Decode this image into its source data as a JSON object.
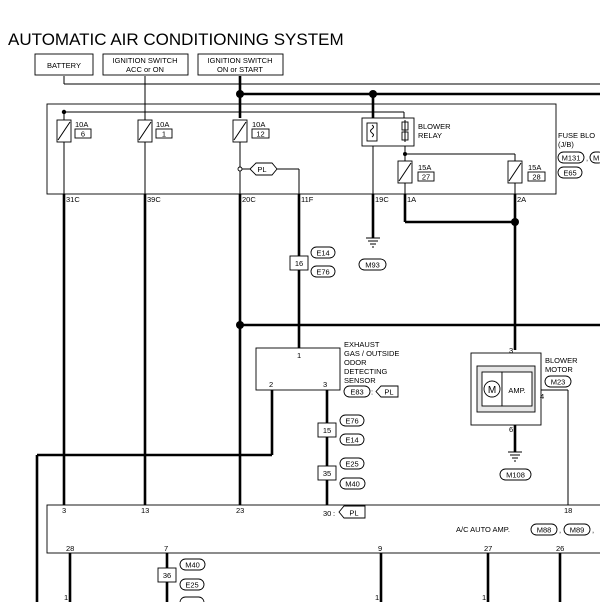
{
  "title": "AUTOMATIC AIR CONDITIONING SYSTEM",
  "power_sources": {
    "battery": "BATTERY",
    "acc_line1": "IGNITION SWITCH",
    "acc_line2": "ACC or ON",
    "on_line1": "IGNITION SWITCH",
    "on_line2": "ON or START"
  },
  "fuse_block": {
    "label_line1": "FUSE BLO",
    "label_line2": "(J/B)",
    "conn1": "M131",
    "conn2": "M",
    "conn3": "E65",
    "fuses": [
      {
        "amp": "10A",
        "num": "6"
      },
      {
        "amp": "10A",
        "num": "1"
      },
      {
        "amp": "10A",
        "num": "12"
      },
      {
        "amp": "15A",
        "num": "27"
      },
      {
        "amp": "15A",
        "num": "28"
      }
    ],
    "relay_line1": "BLOWER",
    "relay_line2": "RELAY",
    "pl_tag": "PL",
    "terminals": [
      "31C",
      "39C",
      "20C",
      "11F",
      "19C",
      "1A",
      "2A"
    ]
  },
  "grounds": {
    "g1": "M93",
    "g2": "M108"
  },
  "connectors": {
    "c16": "16",
    "e14a": "E14",
    "e76a": "E76",
    "c15": "15",
    "e76b": "E76",
    "e14b": "E14",
    "c35": "35",
    "e25a": "E25",
    "m40a": "M40",
    "c36": "36",
    "m40b": "M40",
    "e25b": "E25"
  },
  "sensor": {
    "line1": "EXHAUST",
    "line2": "GAS / OUTSIDE",
    "line3": "ODOR",
    "line4": "DETECTING",
    "line5": "SENSOR",
    "conn": "E83",
    "pl": "PL",
    "pin1": "1",
    "pin2": "2",
    "pin3": "3"
  },
  "blower_motor": {
    "line1": "BLOWER",
    "line2": "MOTOR",
    "conn": "M23",
    "motor": "M",
    "amp": "AMP.",
    "pin3": "3",
    "pin4": "4",
    "pin6": "6"
  },
  "amp_module": {
    "label": "A/C AUTO AMP.",
    "conn1": "M88",
    "conn2": "M89",
    "pins_top": [
      "3",
      "13",
      "23",
      "30",
      "18"
    ],
    "pl_tag": "PL",
    "pins_bottom": [
      "28",
      "7",
      "9",
      "27",
      "26"
    ],
    "pins_below": [
      "1",
      "1",
      "1"
    ]
  }
}
